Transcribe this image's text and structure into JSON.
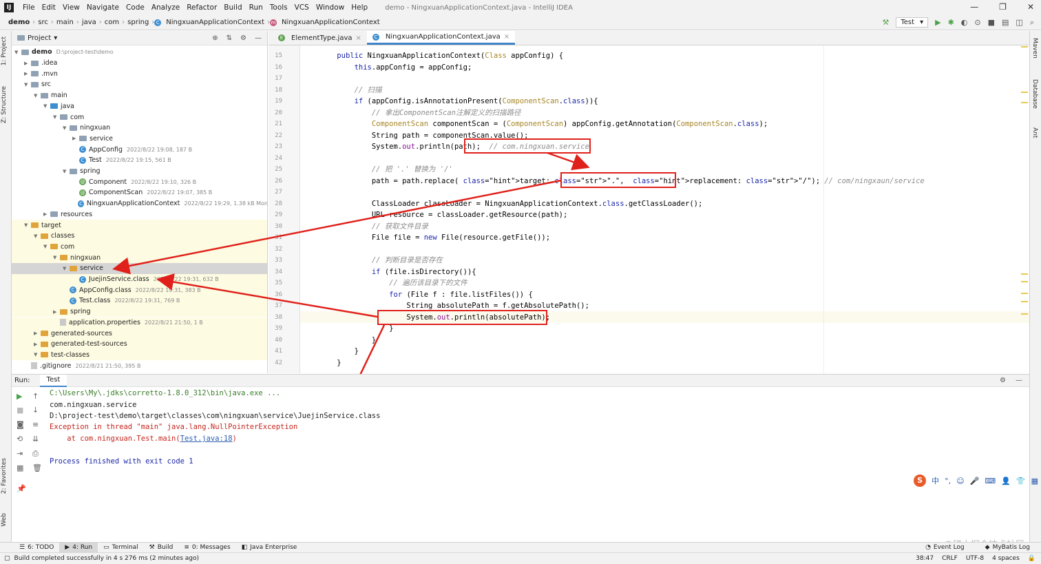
{
  "window": {
    "title": "demo - NingxuanApplicationContext.java - IntelliJ IDEA"
  },
  "menu": [
    "File",
    "Edit",
    "View",
    "Navigate",
    "Code",
    "Analyze",
    "Refactor",
    "Build",
    "Run",
    "Tools",
    "VCS",
    "Window",
    "Help"
  ],
  "breadcrumb": [
    "demo",
    "src",
    "main",
    "java",
    "com",
    "spring",
    "NingxuanApplicationContext",
    "NingxuanApplicationContext"
  ],
  "run_config": "Test",
  "left_tabs": [
    "1: Project",
    "Z: Structure",
    "2: Favorites",
    "Web"
  ],
  "right_tabs": [
    "Maven",
    "Database",
    "Ant"
  ],
  "project": {
    "header": "Project",
    "tree": [
      {
        "name": "demo",
        "meta": "D:\\project-test\\demo",
        "indent": 0,
        "icon": "folder"
      },
      {
        "name": ".idea",
        "meta": "",
        "indent": 1,
        "icon": "folder"
      },
      {
        "name": ".mvn",
        "meta": "",
        "indent": 1,
        "icon": "folder"
      },
      {
        "name": "src",
        "meta": "",
        "indent": 1,
        "icon": "folder"
      },
      {
        "name": "main",
        "meta": "",
        "indent": 2,
        "icon": "folder"
      },
      {
        "name": "java",
        "meta": "",
        "indent": 3,
        "icon": "src"
      },
      {
        "name": "com",
        "meta": "",
        "indent": 4,
        "icon": "folder"
      },
      {
        "name": "ningxuan",
        "meta": "",
        "indent": 5,
        "icon": "folder"
      },
      {
        "name": "service",
        "meta": "",
        "indent": 6,
        "icon": "folder"
      },
      {
        "name": "AppConfig",
        "meta": "2022/8/22 19:08, 187 B",
        "indent": 6,
        "icon": "class"
      },
      {
        "name": "Test",
        "meta": "2022/8/22 19:15, 561 B",
        "indent": 6,
        "icon": "class"
      },
      {
        "name": "spring",
        "meta": "",
        "indent": 5,
        "icon": "folder"
      },
      {
        "name": "Component",
        "meta": "2022/8/22 19:10, 326 B",
        "indent": 6,
        "icon": "annot"
      },
      {
        "name": "ComponentScan",
        "meta": "2022/8/22 19:07, 385 B",
        "indent": 6,
        "icon": "annot"
      },
      {
        "name": "NingxuanApplicationContext",
        "meta": "2022/8/22 19:29, 1.38 kB Mon",
        "indent": 6,
        "icon": "class"
      },
      {
        "name": "resources",
        "meta": "",
        "indent": 3,
        "icon": "folder"
      },
      {
        "name": "target",
        "meta": "",
        "indent": 1,
        "icon": "orange"
      },
      {
        "name": "classes",
        "meta": "",
        "indent": 2,
        "icon": "orange"
      },
      {
        "name": "com",
        "meta": "",
        "indent": 3,
        "icon": "orange"
      },
      {
        "name": "ningxuan",
        "meta": "",
        "indent": 4,
        "icon": "orange"
      },
      {
        "name": "service",
        "meta": "",
        "indent": 5,
        "icon": "orange"
      },
      {
        "name": "JuejinService.class",
        "meta": "2022/8/22 19:31, 632 B",
        "indent": 6,
        "icon": "class"
      },
      {
        "name": "AppConfig.class",
        "meta": "2022/8/22 19:31, 383 B",
        "indent": 5,
        "icon": "class"
      },
      {
        "name": "Test.class",
        "meta": "2022/8/22 19:31, 769 B",
        "indent": 5,
        "icon": "class"
      },
      {
        "name": "spring",
        "meta": "",
        "indent": 4,
        "icon": "orange"
      },
      {
        "name": "application.properties",
        "meta": "2022/8/21 21:50, 1 B",
        "indent": 4,
        "icon": "file"
      },
      {
        "name": "generated-sources",
        "meta": "",
        "indent": 2,
        "icon": "orange"
      },
      {
        "name": "generated-test-sources",
        "meta": "",
        "indent": 2,
        "icon": "orange"
      },
      {
        "name": "test-classes",
        "meta": "",
        "indent": 2,
        "icon": "orange"
      },
      {
        "name": ".gitignore",
        "meta": "2022/8/21 21:50, 395 B",
        "indent": 1,
        "icon": "file"
      }
    ]
  },
  "editor": {
    "tabs": [
      "ElementType.java",
      "NingxuanApplicationContext.java"
    ],
    "line_numbers": [
      "15",
      "16",
      "17",
      "18",
      "19",
      "20",
      "21",
      "22",
      "23",
      "24",
      "25",
      "26",
      "27",
      "28",
      "29",
      "30",
      "31",
      "32",
      "33",
      "34",
      "35",
      "36",
      "37",
      "38",
      "39",
      "40",
      "41",
      "42"
    ],
    "code": [
      "    public NingxuanApplicationContext(Class appConfig) {",
      "        this.appConfig = appConfig;",
      "",
      "        // 扫描",
      "        if (appConfig.isAnnotationPresent(ComponentScan.class)){",
      "            // 拿出ComponentScan注解定义的扫描路径",
      "            ComponentScan componentScan = (ComponentScan) appConfig.getAnnotation(ComponentScan.class);",
      "            String path = componentScan.value();",
      "            System.out.println(path);  // com.ningxuan.service",
      "",
      "            // 把 '.' 替换为 '/'",
      "            path = path.replace( target: \".\",  replacement: \"/\"); // com/ningxaun/service",
      "",
      "            ClassLoader classLoader = NingxuanApplicationContext.class.getClassLoader();",
      "            URL resource = classLoader.getResource(path);",
      "            // 获取文件目录",
      "            File file = new File(resource.getFile());",
      "",
      "            // 判断目录是否存在",
      "            if (file.isDirectory()){",
      "                // 遍历该目录下的文件",
      "                for (File f : file.listFiles()) {",
      "                    String absolutePath = f.getAbsolutePath();",
      "                    System.out.println(absolutePath);",
      "                }",
      "            }",
      "        }",
      "    }"
    ]
  },
  "run": {
    "label": "Run:",
    "tab": "Test",
    "output": [
      "C:\\Users\\My\\.jdks\\corretto-1.8.0_312\\bin\\java.exe ...",
      "com.ningxuan.service",
      "D:\\project-test\\demo\\target\\classes\\com\\ningxuan\\service\\JuejinService.class",
      "Exception in thread \"main\" java.lang.NullPointerException",
      "    at com.ningxuan.Test.main(",
      "Test.java:18",
      ")",
      "Process finished with exit code 1"
    ]
  },
  "bottom_tabs": [
    "6: TODO",
    "4: Run",
    "Terminal",
    "Build",
    "0: Messages",
    "Java Enterprise"
  ],
  "bottom_right": [
    "Event Log",
    "MyBatis Log"
  ],
  "status": {
    "message": "Build completed successfully in 4 s 276 ms (2 minutes ago)",
    "position": "38:47",
    "line_sep": "CRLF",
    "encoding": "UTF-8",
    "indent": "4 spaces"
  },
  "watermark": "@稀土掘金技术社区",
  "ime": "中"
}
